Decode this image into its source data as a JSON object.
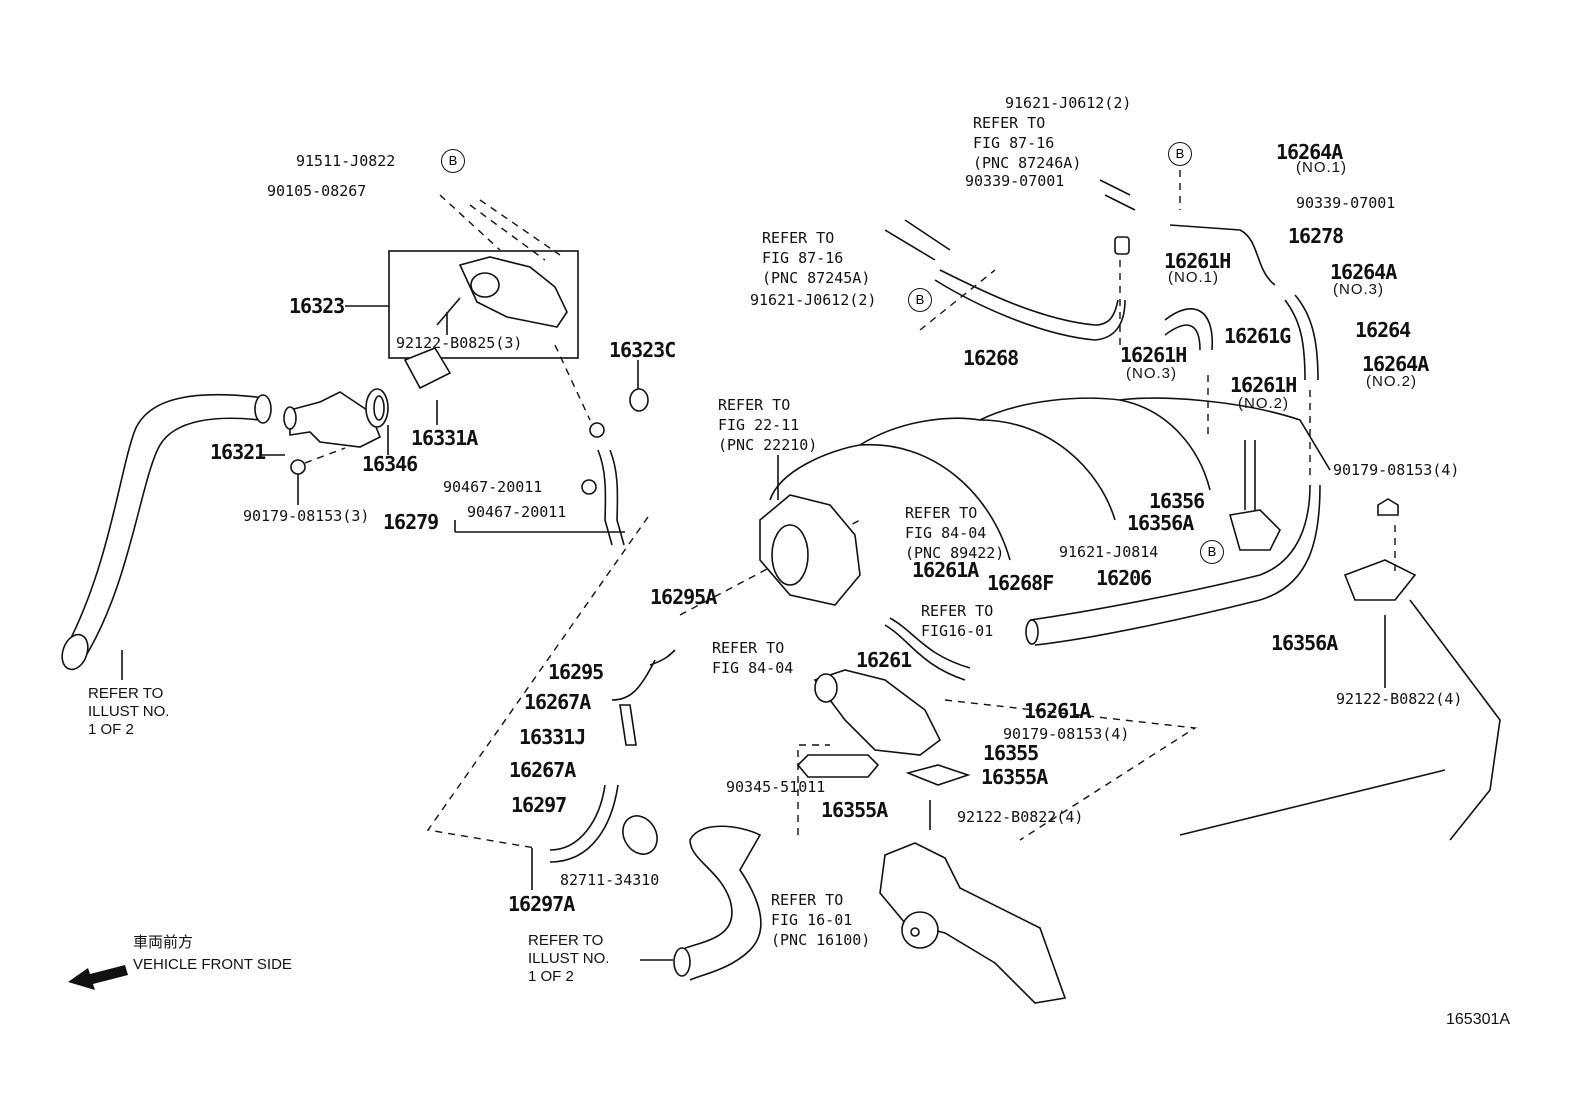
{
  "diagram": {
    "title_code": "165301A",
    "direction_note": {
      "jp": "車両前方",
      "en": "VEHICLE FRONT SIDE"
    },
    "callouts": {
      "p91511_J0822": "91511-J0822",
      "p90105_08267": "90105-08267",
      "p16323": "16323",
      "p92122_B0825": "92122-B0825(3)",
      "p16323C": "16323C",
      "p16321": "16321",
      "p16346": "16346",
      "p16331A": "16331A",
      "p90179_08153_3": "90179-08153(3)",
      "p90467_20011_a": "90467-20011",
      "p90467_20011_b": "90467-20011",
      "p16279": "16279",
      "p91621_J0612_top": "91621-J0612(2)",
      "p90339_07001_a": "90339-07001",
      "p90339_07001_b": "90339-07001",
      "p16264A_no1": "16264A",
      "p16264A_no1_sub": "(NO.1)",
      "p16278": "16278",
      "p16261H_no1": "16261H",
      "p16261H_no1_sub": "(NO.1)",
      "p16264A_no3": "16264A",
      "p16264A_no3_sub": "(NO.3)",
      "p91621_J0612_mid": "91621-J0612(2)",
      "p16268": "16268",
      "p16261G": "16261G",
      "p16264": "16264",
      "p16261H_no3": "16261H",
      "p16261H_no3_sub": "(NO.3)",
      "p16261H_no2": "16261H",
      "p16261H_no2_sub": "(NO.2)",
      "p16264A_no2": "16264A",
      "p16264A_no2_sub": "(NO.2)",
      "p16356": "16356",
      "p16356A_a": "16356A",
      "p91621_J0814": "91621-J0814",
      "p16206": "16206",
      "p90179_08153_4a": "90179-08153(4)",
      "p16356A_b": "16356A",
      "p92122_B0822_a": "92122-B0822(4)",
      "p16261A_a": "16261A",
      "p16268F": "16268F",
      "p16295A": "16295A",
      "p16295": "16295",
      "p16261": "16261",
      "p16267A_a": "16267A",
      "p16331J": "16331J",
      "p16267A_b": "16267A",
      "p16297": "16297",
      "p16297A": "16297A",
      "p82711_34310": "82711-34310",
      "p16261A_b": "16261A",
      "p90179_08153_4b": "90179-08153(4)",
      "p16355": "16355",
      "p16355A_a": "16355A",
      "p16355A_b": "16355A",
      "p90345_51011": "90345-51011",
      "p92122_B0822_b": "92122-B0822(4)"
    },
    "references": {
      "fig87_16_a": "REFER TO\nFIG 87-16\n(PNC 87246A)",
      "fig87_16_b": "REFER TO\nFIG 87-16\n(PNC 87245A)",
      "fig22_11": "REFER TO\nFIG 22-11\n(PNC 22210)",
      "fig84_04_a": "REFER TO\nFIG 84-04\n(PNC 89422)",
      "fig16_01_a": "REFER TO\nFIG16-01",
      "fig84_04_b": "REFER TO\nFIG 84-04",
      "fig16_01_b": "REFER TO\nFIG 16-01\n(PNC 16100)",
      "illust_a": "REFER TO\nILLUST NO.\n1 OF 2",
      "illust_b": "REFER TO\nILLUST NO.\n1 OF 2"
    },
    "marker_letter": "B"
  }
}
